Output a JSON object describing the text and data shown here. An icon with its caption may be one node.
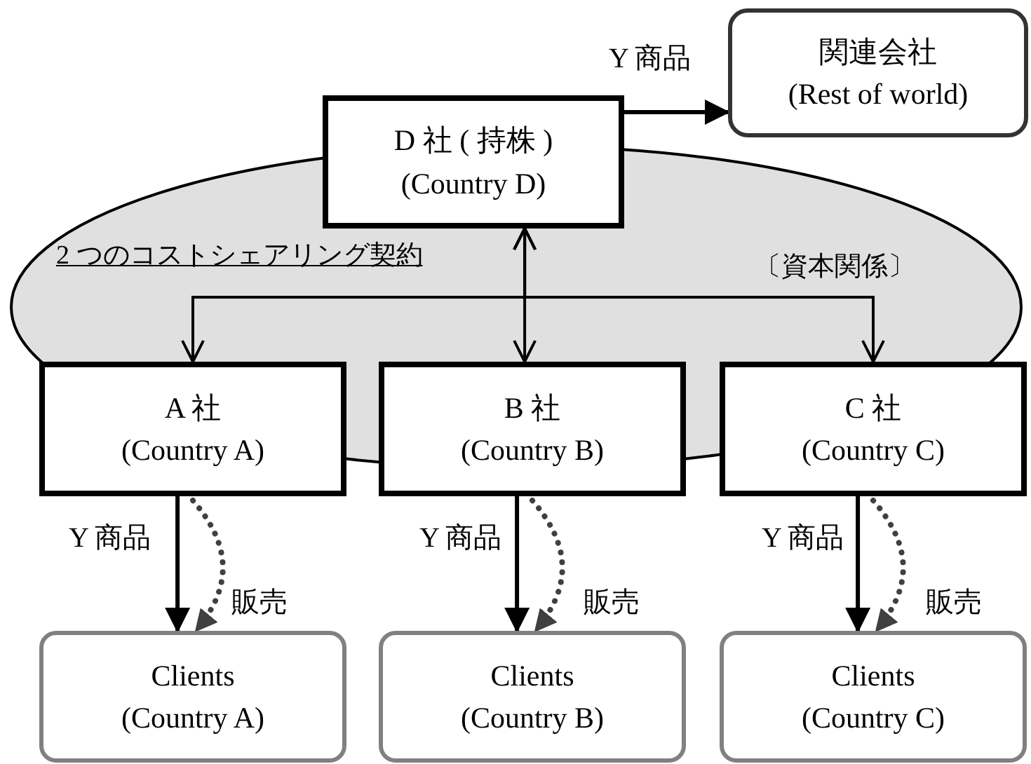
{
  "diagram": {
    "nodes": [
      {
        "text": [
          "D 社 ( 持株 )",
          "(Country D)"
        ]
      },
      {
        "text": [
          "関連会社",
          "(Rest of world)"
        ]
      },
      {
        "text": [
          "A 社",
          "(Country A)"
        ]
      },
      {
        "text": [
          "B 社",
          "(Country B)"
        ]
      },
      {
        "text": [
          "C 社",
          "(Country C)"
        ]
      },
      {
        "text": [
          "Clients",
          "(Country A)"
        ]
      },
      {
        "text": [
          "Clients",
          "(Country B)"
        ]
      },
      {
        "text": [
          "Clients",
          "(Country C)"
        ]
      }
    ],
    "edges": [
      {
        "from": 0,
        "to": 1,
        "arrow": "to",
        "label": "Y 商品"
      },
      {
        "from": 0,
        "to": 2,
        "arrow": "both"
      },
      {
        "from": 0,
        "to": 3,
        "arrow": "both"
      },
      {
        "from": 0,
        "to": 4,
        "arrow": "both"
      },
      {
        "from": 2,
        "to": 5,
        "arrow": "to",
        "label": "Y 商品"
      },
      {
        "from": 2,
        "to": 5,
        "arrow": "to",
        "label": "販売",
        "style": "dashed",
        "color": "#404040"
      },
      {
        "from": 3,
        "to": 6,
        "arrow": "to",
        "label": "Y 商品"
      },
      {
        "from": 3,
        "to": 6,
        "arrow": "to",
        "label": "販売",
        "style": "dashed",
        "color": "#404040"
      },
      {
        "from": 4,
        "to": 7,
        "arrow": "to",
        "label": "Y 商品"
      },
      {
        "from": 4,
        "to": 7,
        "arrow": "to",
        "label": "販売",
        "style": "dashed",
        "color": "#404040"
      }
    ],
    "labels": [
      "2 つのコストシェアリング契約",
      "〔資本関係〕"
    ]
  }
}
